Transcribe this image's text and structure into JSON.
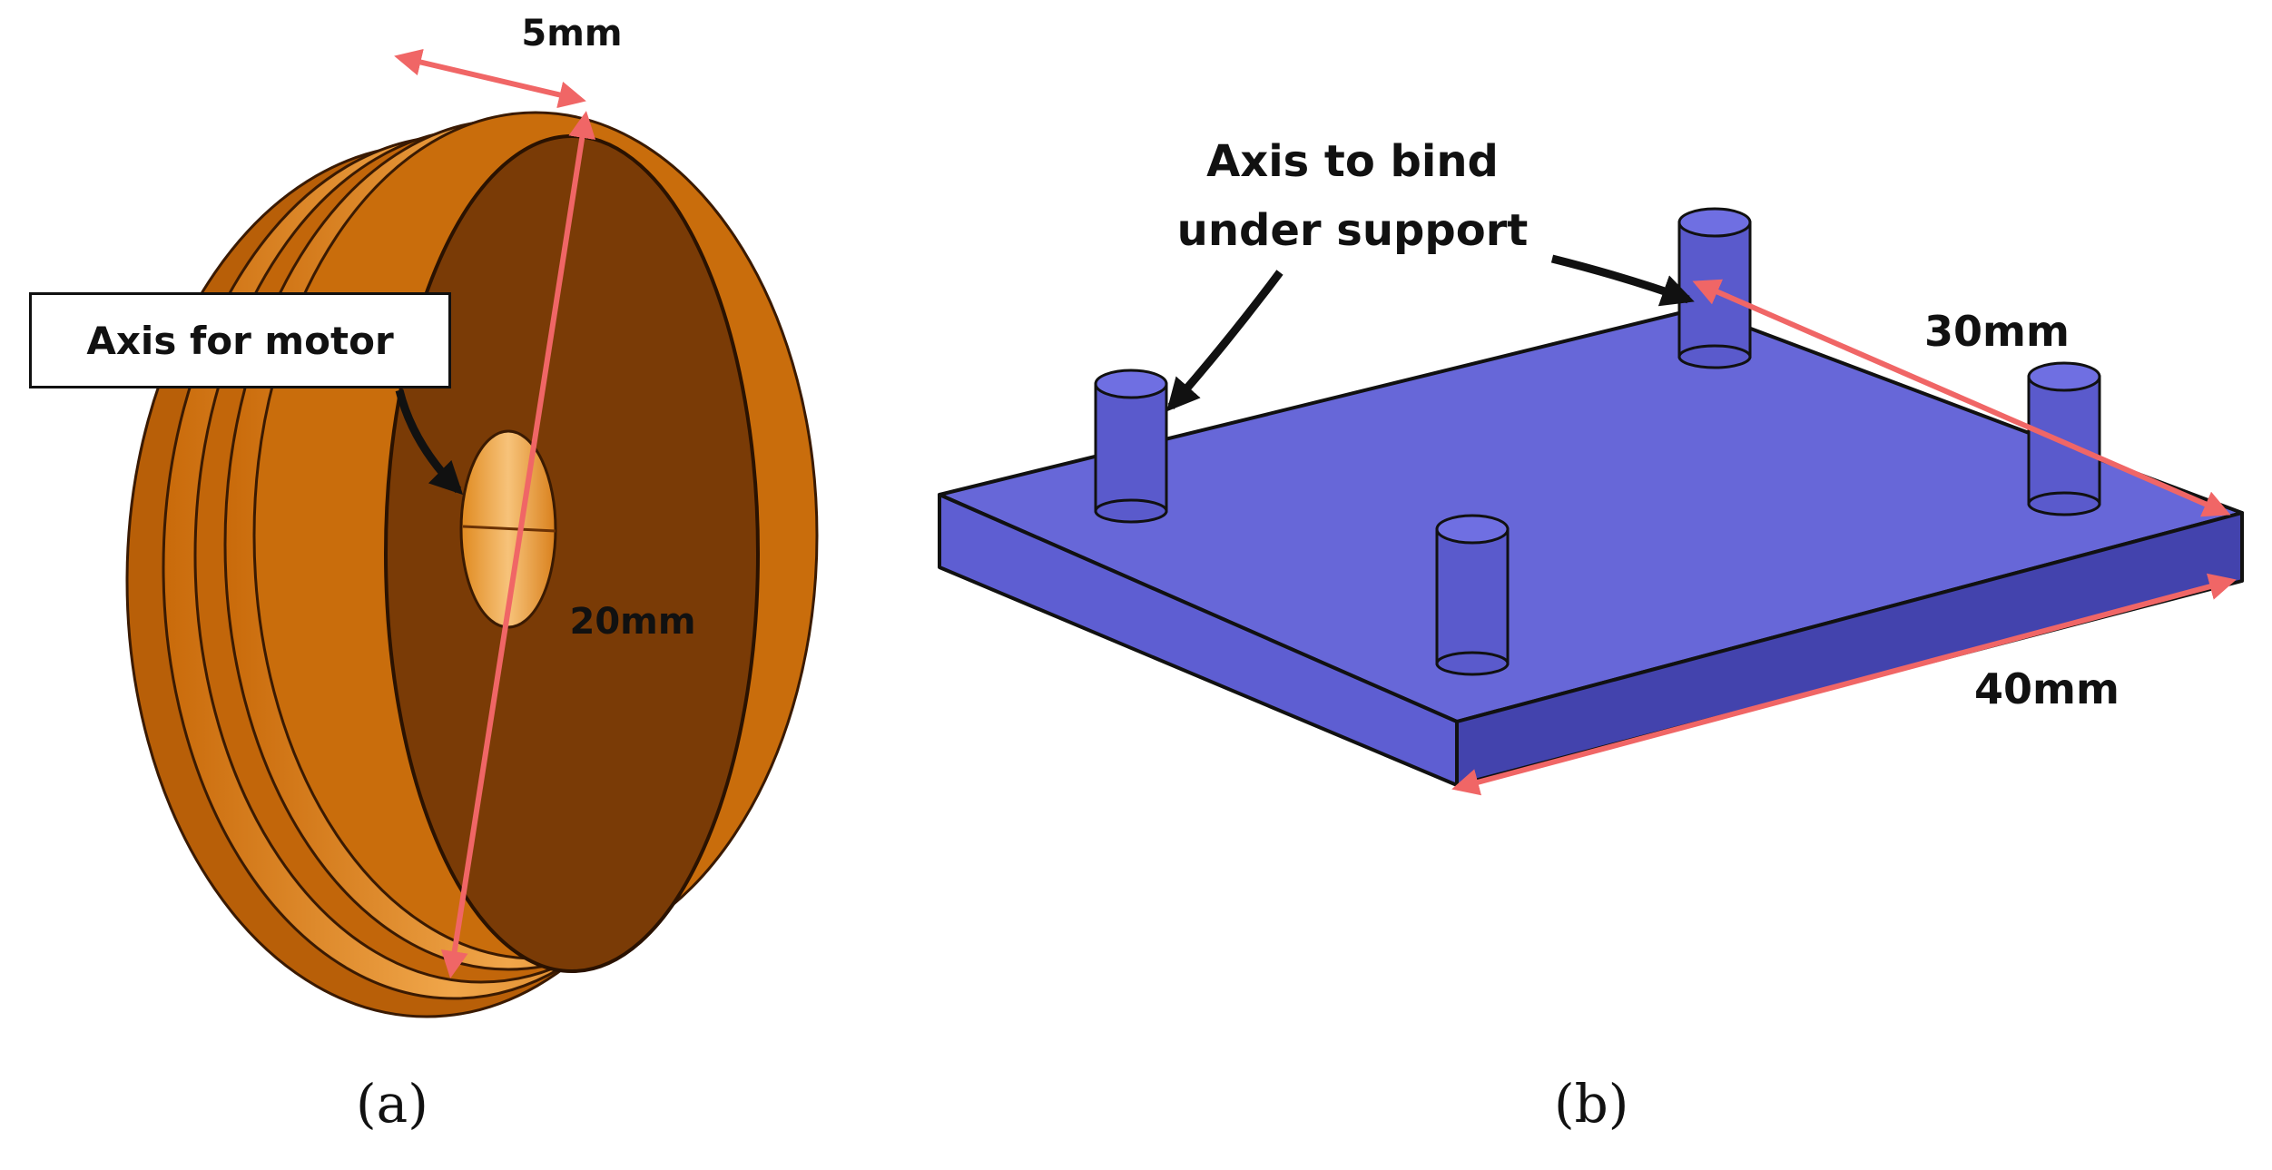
{
  "panel_a": {
    "dim_width": "5mm",
    "dim_diameter": "20mm",
    "callout": "Axis for motor",
    "caption": "(a)",
    "colors": {
      "face": "#7a3b06",
      "rim": "#d97f13",
      "rim_light": "#f0a64a",
      "hole": "#f2a94a",
      "dimension": "#f06666"
    }
  },
  "panel_b": {
    "callout_line1": "Axis to bind",
    "callout_line2": "under support",
    "dim_depth": "30mm",
    "dim_length": "40mm",
    "caption": "(b)",
    "colors": {
      "top": "#6767d8",
      "side": "#4a4ab3",
      "dimension": "#f06666"
    }
  }
}
